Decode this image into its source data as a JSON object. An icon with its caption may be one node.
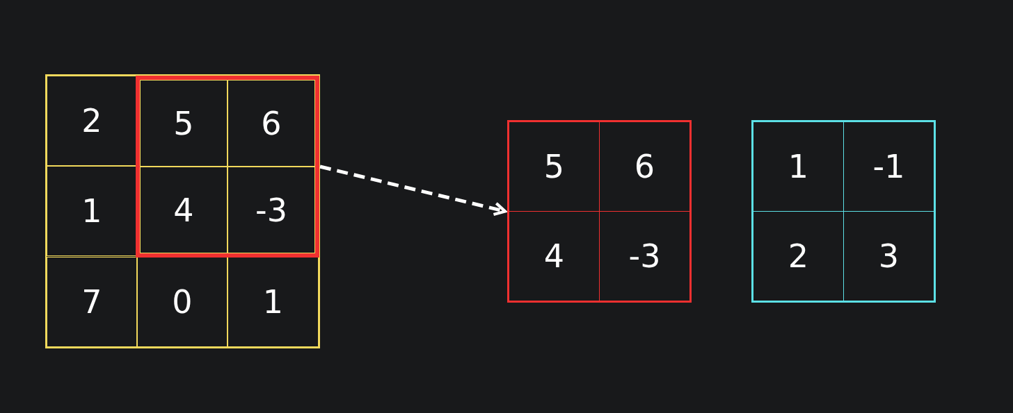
{
  "diagram": {
    "nodes": [
      {
        "text": [],
        "shape": "box"
      },
      {
        "text": [
          "2"
        ],
        "in": 0
      },
      {
        "text": [],
        "shape": "box",
        "in": 0
      },
      {
        "text": [
          "5"
        ],
        "in": 2
      },
      {
        "text": [
          "6"
        ],
        "in": 2
      },
      {
        "text": [
          "1"
        ],
        "in": 0
      },
      {
        "text": [
          "4"
        ],
        "in": 2
      },
      {
        "text": [
          "-3"
        ],
        "in": 2
      },
      {
        "text": [
          "7"
        ],
        "in": 0
      },
      {
        "text": [
          "0"
        ],
        "in": 0
      },
      {
        "text": [
          "1"
        ],
        "in": 0
      },
      {
        "text": [],
        "shape": "box"
      },
      {
        "text": [
          "5"
        ],
        "in": 11
      },
      {
        "text": [
          "6"
        ],
        "in": 11
      },
      {
        "text": [
          "4"
        ],
        "in": 11
      },
      {
        "text": [
          "-3"
        ],
        "in": 11
      },
      {
        "text": [],
        "shape": "box"
      },
      {
        "text": [
          "1"
        ],
        "in": 16
      },
      {
        "text": [
          "-1"
        ],
        "in": 16
      },
      {
        "text": [
          "2"
        ],
        "in": 16
      },
      {
        "text": [
          "3"
        ],
        "in": 16
      }
    ],
    "edges": [
      {
        "from": 2,
        "to": 11,
        "arrow": "to",
        "style": "dashed"
      }
    ]
  }
}
